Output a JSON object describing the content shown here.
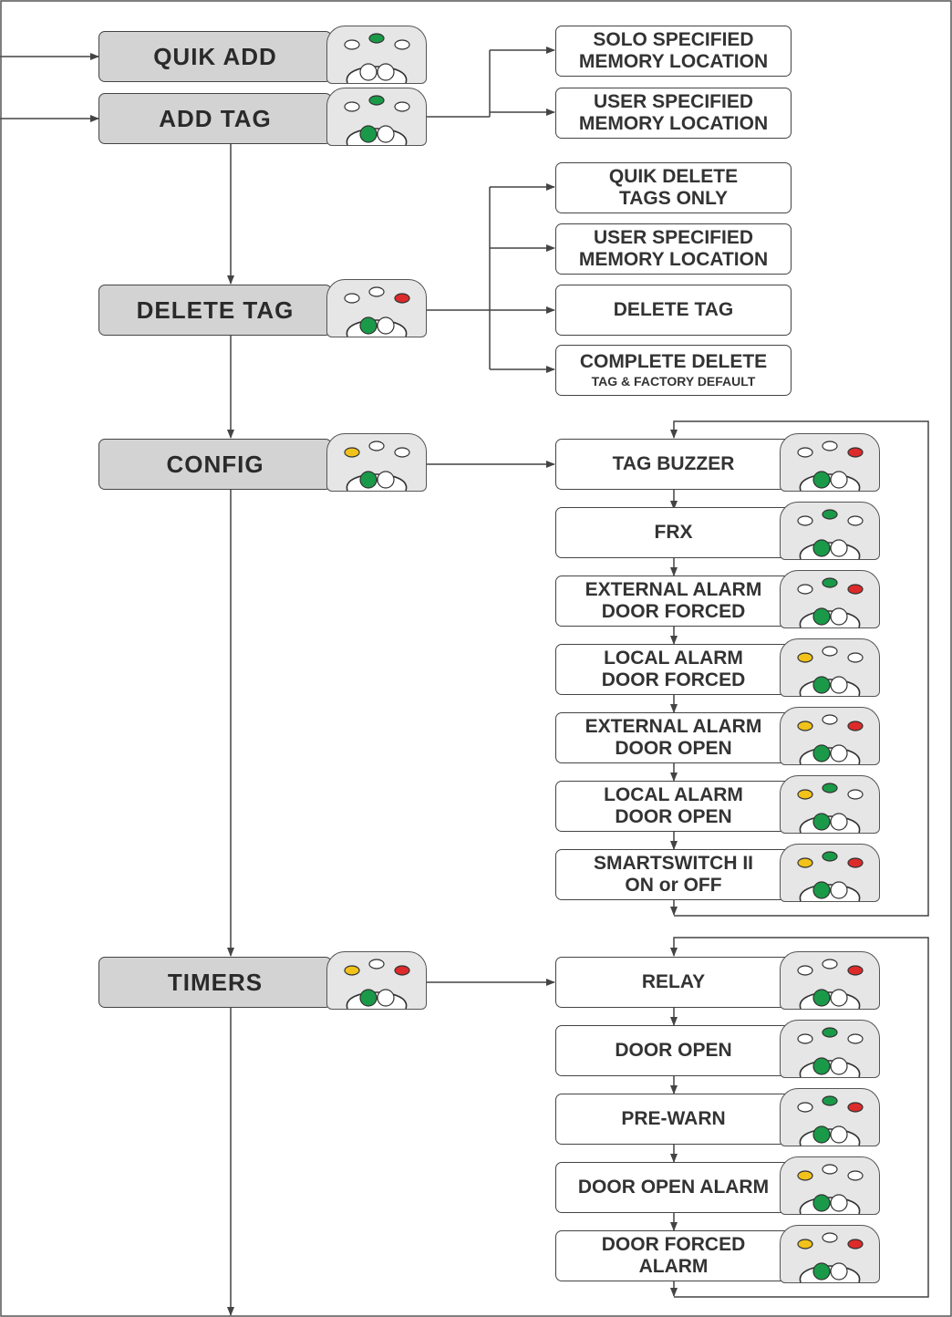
{
  "colors": {
    "off": "#ffffff",
    "green": "#1a9a48",
    "red": "#dd2a2a",
    "yellow": "#f2c21a",
    "menu_fill": "#d3d3d3",
    "line": "#444444"
  },
  "menus": {
    "quik_add": {
      "label": "QUIK ADD",
      "leds": [
        "off",
        "green",
        "off"
      ],
      "buttons": [
        "off",
        "off"
      ]
    },
    "add_tag": {
      "label": "ADD TAG",
      "leds": [
        "off",
        "green",
        "off"
      ],
      "buttons": [
        "green",
        "off"
      ]
    },
    "delete_tag": {
      "label": "DELETE TAG",
      "leds": [
        "off",
        "off",
        "red"
      ],
      "buttons": [
        "green",
        "off"
      ]
    },
    "config": {
      "label": "CONFIG",
      "leds": [
        "yellow",
        "off",
        "off"
      ],
      "buttons": [
        "green",
        "off"
      ]
    },
    "timers": {
      "label": "TIMERS",
      "leds": [
        "yellow",
        "off",
        "red"
      ],
      "buttons": [
        "green",
        "off"
      ]
    }
  },
  "add_tag_options": [
    {
      "line1": "SOLO SPECIFIED",
      "line2": "MEMORY LOCATION"
    },
    {
      "line1": "USER SPECIFIED",
      "line2": "MEMORY LOCATION"
    }
  ],
  "delete_options": [
    {
      "line1": "QUIK DELETE",
      "line2": "TAGS ONLY"
    },
    {
      "line1": "USER SPECIFIED",
      "line2": "MEMORY LOCATION"
    },
    {
      "line1": "DELETE TAG",
      "line2": ""
    },
    {
      "line1": "COMPLETE DELETE",
      "line2": "TAG & FACTORY DEFAULT"
    }
  ],
  "config_options": [
    {
      "line1": "TAG BUZZER",
      "line2": "",
      "leds": [
        "off",
        "off",
        "red"
      ],
      "buttons": [
        "green",
        "off"
      ]
    },
    {
      "line1": "FRX",
      "line2": "",
      "leds": [
        "off",
        "green",
        "off"
      ],
      "buttons": [
        "green",
        "off"
      ]
    },
    {
      "line1": "EXTERNAL ALARM",
      "line2": "DOOR FORCED",
      "leds": [
        "off",
        "green",
        "red"
      ],
      "buttons": [
        "green",
        "off"
      ]
    },
    {
      "line1": "LOCAL ALARM",
      "line2": "DOOR FORCED",
      "leds": [
        "yellow",
        "off",
        "off"
      ],
      "buttons": [
        "green",
        "off"
      ]
    },
    {
      "line1": "EXTERNAL ALARM",
      "line2": "DOOR OPEN",
      "leds": [
        "yellow",
        "off",
        "red"
      ],
      "buttons": [
        "green",
        "off"
      ]
    },
    {
      "line1": "LOCAL ALARM",
      "line2": "DOOR OPEN",
      "leds": [
        "yellow",
        "green",
        "off"
      ],
      "buttons": [
        "green",
        "off"
      ]
    },
    {
      "line1": "SMARTSWITCH II",
      "line2": "ON or OFF",
      "leds": [
        "yellow",
        "green",
        "red"
      ],
      "buttons": [
        "green",
        "off"
      ]
    }
  ],
  "timer_options": [
    {
      "line1": "RELAY",
      "line2": "",
      "leds": [
        "off",
        "off",
        "red"
      ],
      "buttons": [
        "green",
        "off"
      ]
    },
    {
      "line1": "DOOR OPEN",
      "line2": "",
      "leds": [
        "off",
        "green",
        "off"
      ],
      "buttons": [
        "green",
        "off"
      ]
    },
    {
      "line1": "PRE-WARN",
      "line2": "",
      "leds": [
        "off",
        "green",
        "red"
      ],
      "buttons": [
        "green",
        "off"
      ]
    },
    {
      "line1": "DOOR OPEN ALARM",
      "line2": "",
      "leds": [
        "yellow",
        "off",
        "off"
      ],
      "buttons": [
        "green",
        "off"
      ]
    },
    {
      "line1": "DOOR FORCED",
      "line2": "ALARM",
      "leds": [
        "yellow",
        "off",
        "red"
      ],
      "buttons": [
        "green",
        "off"
      ]
    }
  ]
}
